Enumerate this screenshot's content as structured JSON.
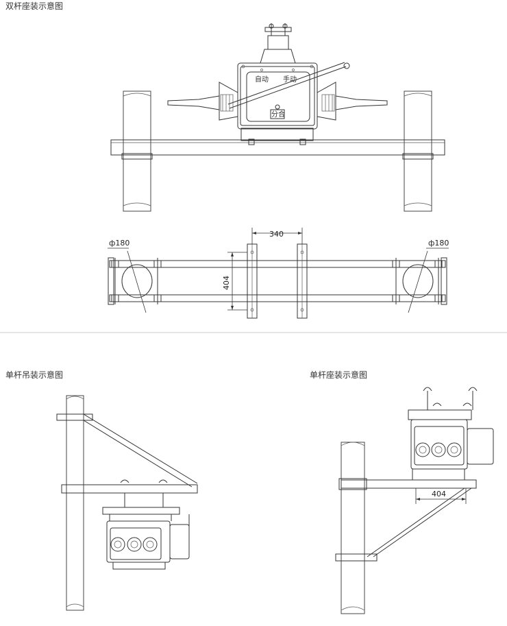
{
  "captions": {
    "double_pole_seat": "双杆座装示意图",
    "single_pole_hang": "单杆吊装示意图",
    "single_pole_seat": "单杆座装示意图"
  },
  "device_labels": {
    "auto": "自动",
    "manual": "手动",
    "split": "分合"
  },
  "dimensions": {
    "spacing_top": "340",
    "height_left": "404",
    "pole_diameter_left": "ф180",
    "pole_diameter_right": "ф180",
    "bracket_length": "404"
  }
}
